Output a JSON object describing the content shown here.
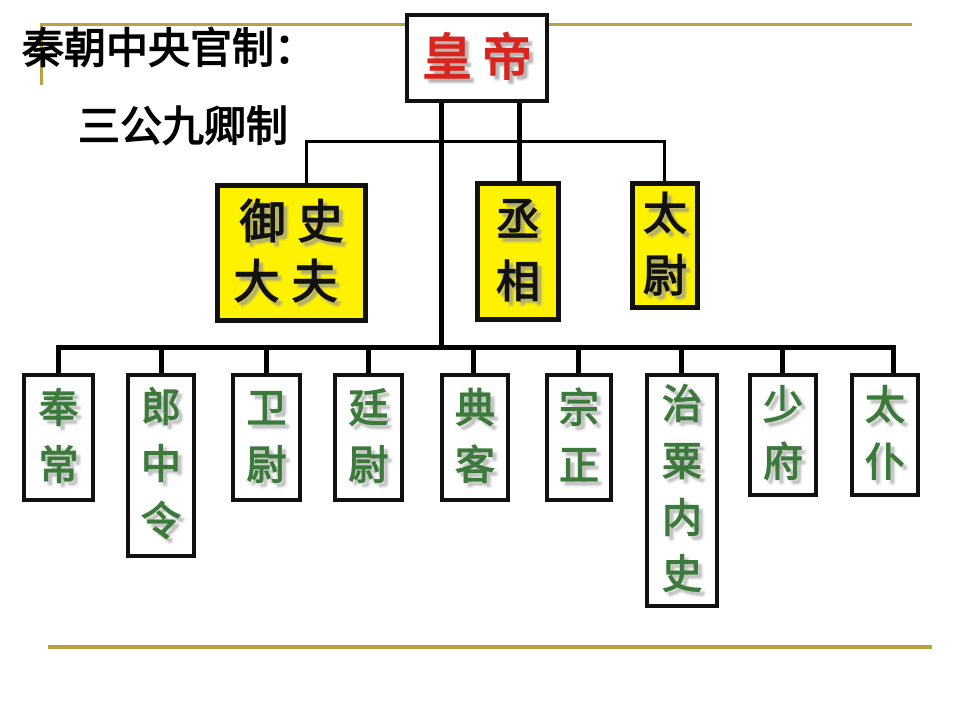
{
  "slide": {
    "background_color": "#FFFFFF",
    "accent_gold": "#BFA040",
    "title_main": "秦朝中央官制：",
    "title_sub": "三公九卿制"
  },
  "chart_data": {
    "type": "diagram",
    "subtype": "organization-chart",
    "title": "秦朝中央官制：三公九卿制",
    "levels": [
      {
        "name": "皇帝",
        "members": [
          "皇帝"
        ]
      },
      {
        "name": "三公",
        "members": [
          "御史大夫",
          "丞相",
          "太尉"
        ]
      },
      {
        "name": "九卿",
        "members": [
          "奉常",
          "郎中令",
          "卫尉",
          "廷尉",
          "典客",
          "宗正",
          "治粟内史",
          "少府",
          "太仆"
        ]
      }
    ],
    "edges": [
      {
        "from": "皇帝",
        "to": "御史大夫"
      },
      {
        "from": "皇帝",
        "to": "丞相"
      },
      {
        "from": "皇帝",
        "to": "太尉"
      },
      {
        "from": "皇帝",
        "to": "奉常"
      },
      {
        "from": "皇帝",
        "to": "郎中令"
      },
      {
        "from": "皇帝",
        "to": "卫尉"
      },
      {
        "from": "皇帝",
        "to": "廷尉"
      },
      {
        "from": "皇帝",
        "to": "典客"
      },
      {
        "from": "皇帝",
        "to": "宗正"
      },
      {
        "from": "皇帝",
        "to": "治粟内史"
      },
      {
        "from": "皇帝",
        "to": "少府"
      },
      {
        "from": "皇帝",
        "to": "太仆"
      }
    ]
  },
  "emperor": {
    "label": "皇帝",
    "text_color": "#D9251D",
    "fill_color": "#FFFFFF"
  },
  "three_dukes": {
    "fill_color": "#FFF200",
    "text_color": "#111111",
    "nodes": [
      {
        "label": "御史\n大夫"
      },
      {
        "label": "丞\n相"
      },
      {
        "label": "太\n尉"
      }
    ]
  },
  "nine_ministers": {
    "fill_color": "#FFFFFF",
    "text_color": "#3B7A3B",
    "nodes": [
      {
        "label": "奉\n常"
      },
      {
        "label": "郎\n中\n令"
      },
      {
        "label": "卫\n尉"
      },
      {
        "label": "廷\n尉"
      },
      {
        "label": "典\n客"
      },
      {
        "label": "宗\n正"
      },
      {
        "label": "治\n粟\n内\n史"
      },
      {
        "label": "少\n府"
      },
      {
        "label": "太\n仆"
      }
    ]
  }
}
